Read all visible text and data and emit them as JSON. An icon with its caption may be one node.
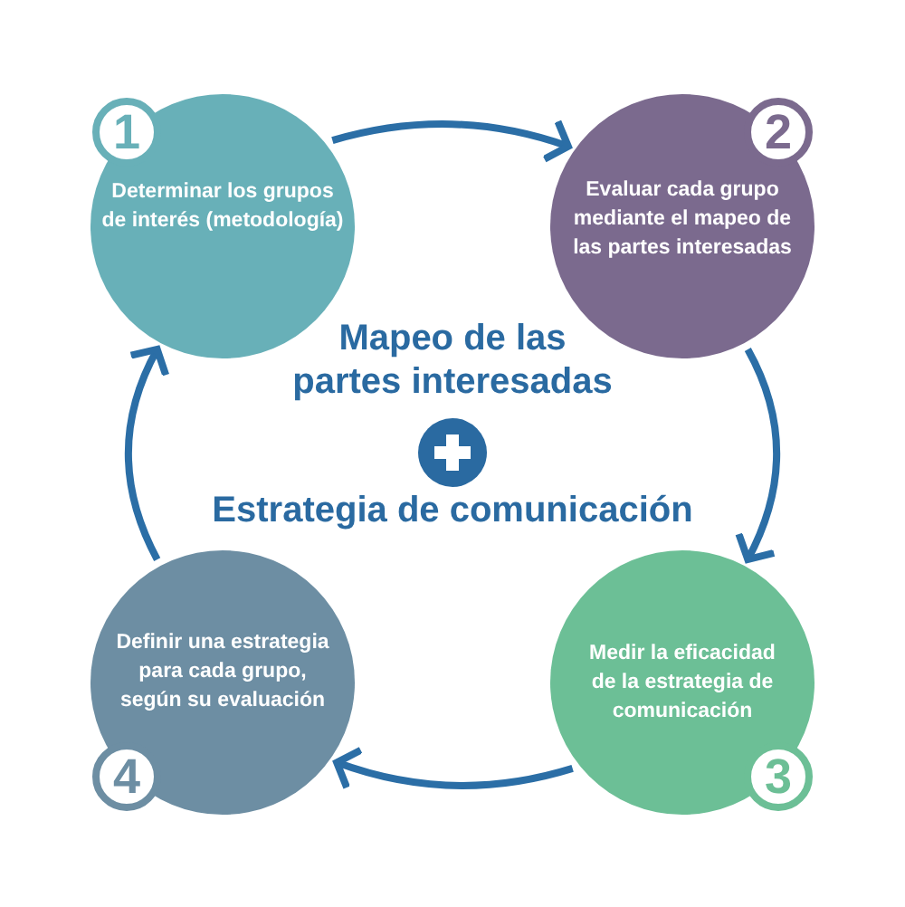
{
  "diagram": {
    "nodes": [
      {
        "text": [
          "1",
          "Determinar los grupos de interés (metodología)"
        ]
      },
      {
        "text": [
          "2",
          "Evaluar cada grupo mediante el mapeo de las partes interesadas"
        ]
      },
      {
        "text": [
          "Medir la eficacidad de la estrategia de comunicación",
          "3"
        ]
      },
      {
        "text": [
          "Definir una estrategia para cada grupo, según su evaluación",
          "4"
        ]
      }
    ],
    "edges": [
      {
        "from": 0,
        "to": 1,
        "arrow": "to"
      },
      {
        "from": 1,
        "to": 2,
        "arrow": "to"
      },
      {
        "from": 2,
        "to": 3,
        "arrow": "to"
      },
      {
        "from": 3,
        "to": 0,
        "arrow": "to"
      }
    ],
    "labels": [
      "Mapeo de las partes interesadas",
      "Estrategia de comunicación"
    ]
  }
}
